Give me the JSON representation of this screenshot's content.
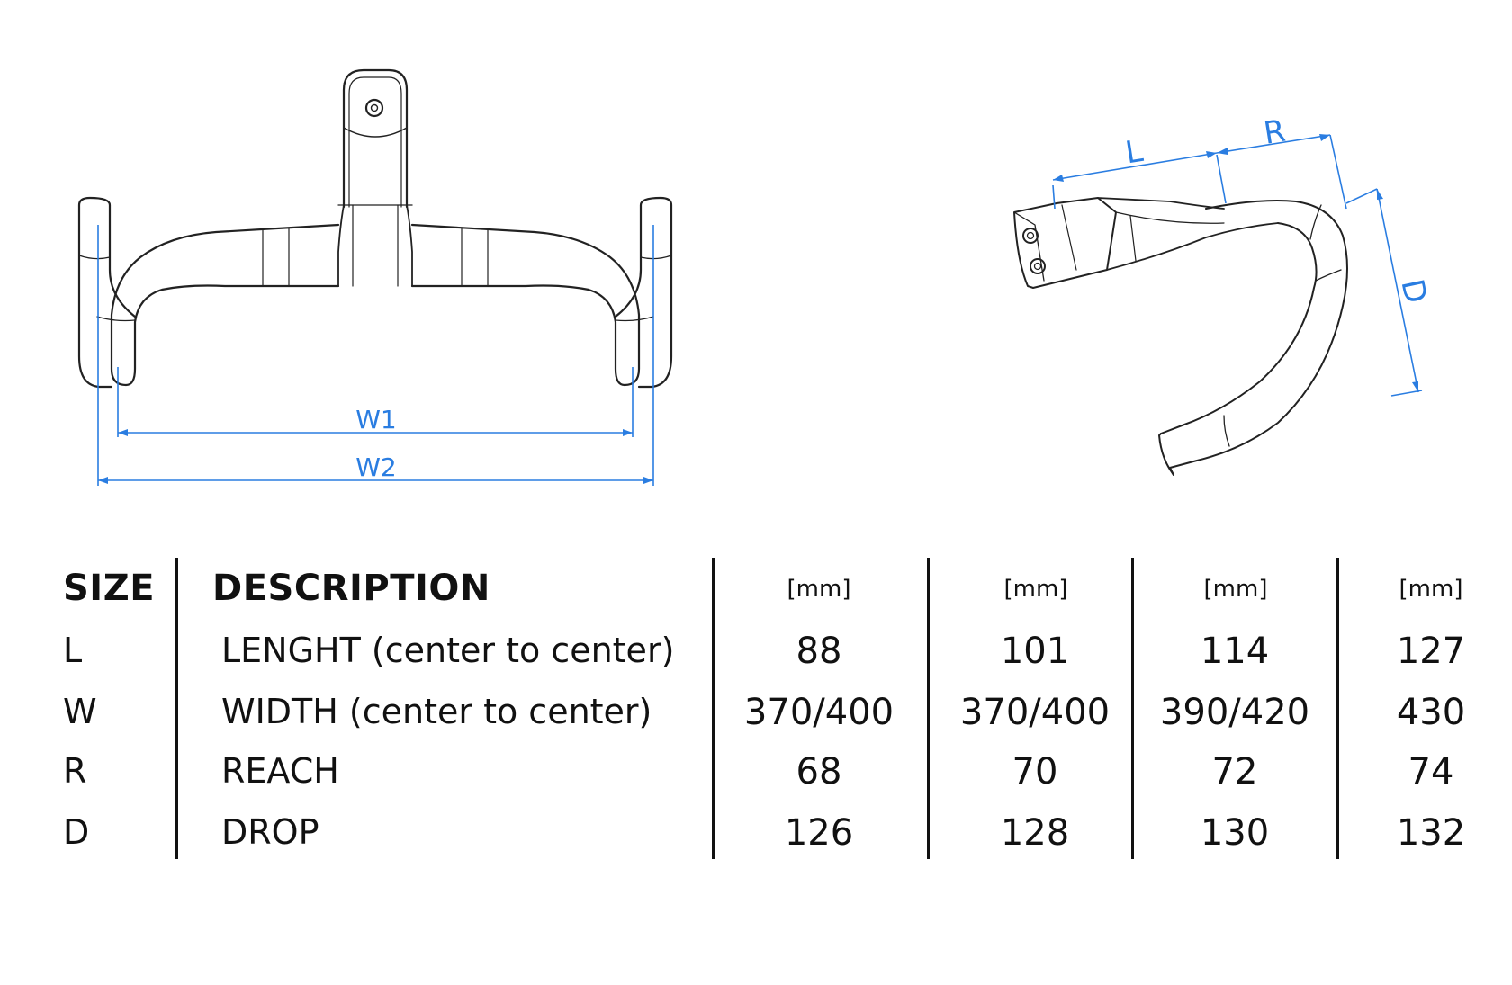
{
  "diagram": {
    "labels": {
      "w1": "W1",
      "w2": "W2",
      "l": "L",
      "r": "R",
      "d": "D"
    },
    "colors": {
      "dimension": "#2a7de1",
      "outline": "#222222"
    }
  },
  "table": {
    "header": {
      "size": "SIZE",
      "description": "DESCRIPTION",
      "units": [
        "[mm]",
        "[mm]",
        "[mm]",
        "[mm]"
      ]
    },
    "rows": [
      {
        "code": "L",
        "description": "LENGHT (center to center)",
        "values": [
          "88",
          "101",
          "114",
          "127"
        ]
      },
      {
        "code": "W",
        "description": "WIDTH (center to center)",
        "values": [
          "370/400",
          "370/400",
          "390/420",
          "430"
        ]
      },
      {
        "code": "R",
        "description": "REACH",
        "values": [
          "68",
          "70",
          "72",
          "74"
        ]
      },
      {
        "code": "D",
        "description": "DROP",
        "values": [
          "126",
          "128",
          "130",
          "132"
        ]
      }
    ]
  }
}
